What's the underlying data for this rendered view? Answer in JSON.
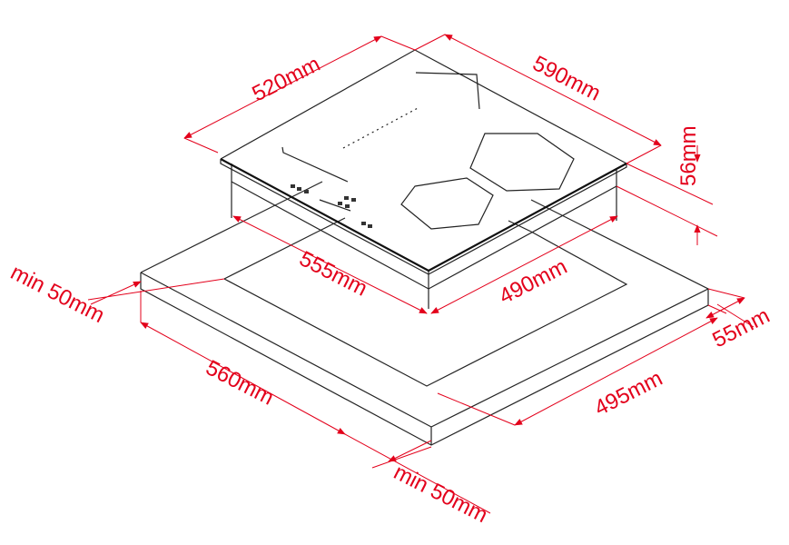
{
  "title": "Built-in hob installation dimensions",
  "colors": {
    "dimension": "#e3001b",
    "outline": "#222222"
  },
  "dimensions": {
    "hob_depth": "520mm",
    "hob_width": "590mm",
    "hob_height": "56mm",
    "cutout_width": "555mm",
    "cutout_depth": "490mm",
    "min_back_clearance": "min 50mm",
    "counter_width": "560mm",
    "counter_depth": "495mm",
    "counter_thickness": "55mm",
    "min_front_clearance": "min 50mm"
  }
}
